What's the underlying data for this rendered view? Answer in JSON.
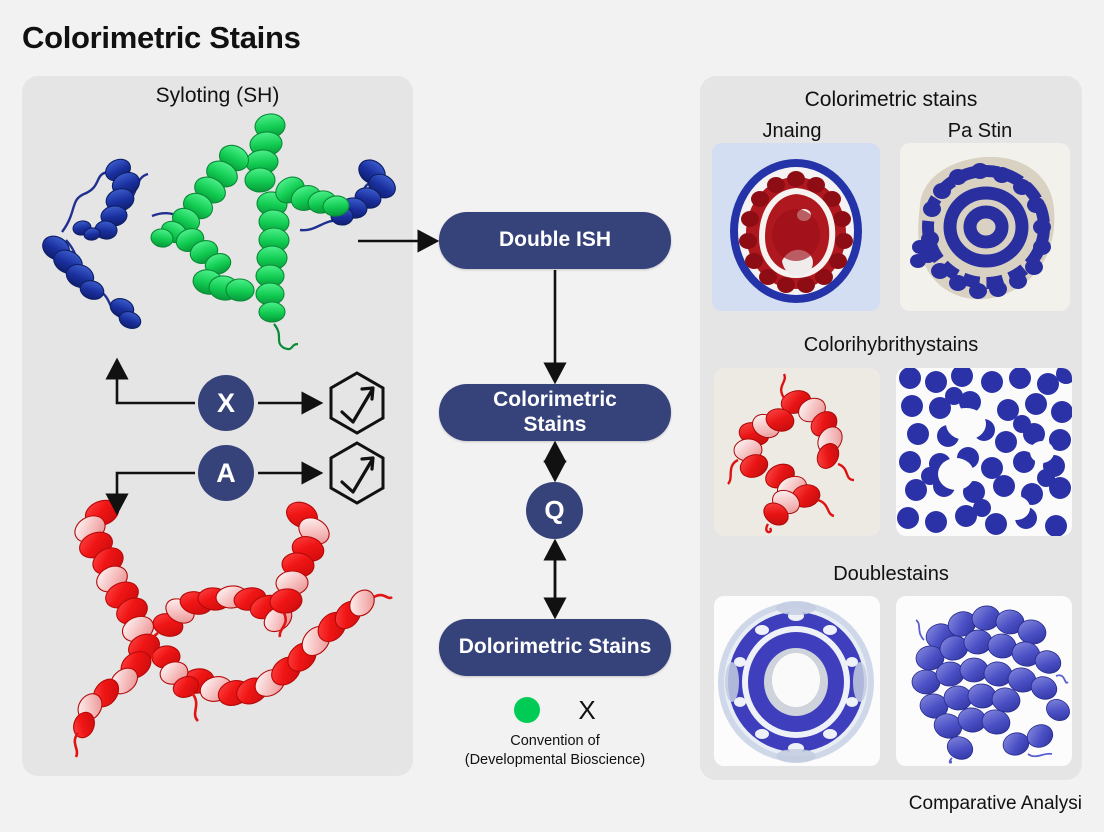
{
  "page": {
    "title": "Colorimetric Stains",
    "footer_note": "Comparative Analysi",
    "background_color": "#f2f2f2",
    "panel_color": "#e5e5e5",
    "accent_navy": "#36427a",
    "legend_green": "#00cc55"
  },
  "left_panel": {
    "heading": "Syloting  (SH)",
    "structure_top": {
      "name": "protein-ribbon-blue-green",
      "colors": [
        "#1f3fa8",
        "#19d355"
      ]
    },
    "structure_bottom": {
      "name": "protein-ribbon-red",
      "colors": [
        "#ee1d1d",
        "#f7b9b9"
      ]
    },
    "badges": [
      {
        "label": "X",
        "name": "badge-x"
      },
      {
        "label": "A",
        "name": "badge-a"
      }
    ],
    "hexagons": [
      {
        "name": "hexagon-trend-check-1",
        "icon": "trend-check-icon"
      },
      {
        "name": "hexagon-trend-check-2",
        "icon": "trend-check-icon"
      }
    ]
  },
  "flow": {
    "nodes": [
      {
        "id": "double_ish",
        "label": "Double ISH",
        "shape": "pill"
      },
      {
        "id": "colorimetric",
        "label": "Colorimetric\nStains",
        "line1": "Colorimetric",
        "line2": "Stains",
        "shape": "pill"
      },
      {
        "id": "q",
        "label": "Q",
        "shape": "circle"
      },
      {
        "id": "dolorimetric",
        "label": "Dolorimetric Stains",
        "shape": "pill"
      }
    ],
    "legend": {
      "dot_color": "#00cc55",
      "marker": "X",
      "caption_line1": "Convention of",
      "caption_line2": "(Developmental Bioscience)"
    }
  },
  "right_panel": {
    "heading": "Colorimetric stains",
    "groups": [
      {
        "title": "",
        "images": [
          {
            "caption": "Jnaing",
            "name": "micrograph-jnaing",
            "kind": "embryo-section-red-blue"
          },
          {
            "caption": "Pa Stin",
            "name": "micrograph-pa-stin",
            "kind": "cells-blue-rings"
          }
        ]
      },
      {
        "title": "Colorihybrithystains",
        "images": [
          {
            "caption": "",
            "name": "micrograph-red-helix",
            "kind": "protein-helix-red"
          },
          {
            "caption": "",
            "name": "micrograph-blue-dots",
            "kind": "cells-blue-scatter"
          }
        ]
      },
      {
        "title": "Doublestains",
        "images": [
          {
            "caption": "",
            "name": "micrograph-blue-ring-section",
            "kind": "ring-section-blue"
          },
          {
            "caption": "",
            "name": "micrograph-blue-helix-cluster",
            "kind": "helix-cluster-blue"
          }
        ]
      }
    ]
  }
}
